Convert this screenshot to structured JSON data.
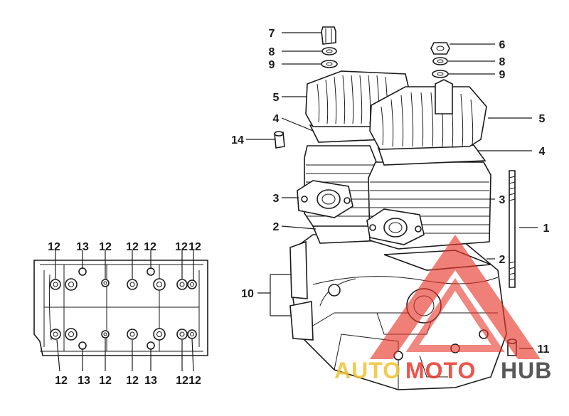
{
  "diagram": {
    "part_labels": {
      "n1": "1",
      "n2a": "2",
      "n2b": "2",
      "n3a": "3",
      "n3b": "3",
      "n4a": "4",
      "n4b": "4",
      "n5a": "5",
      "n5b": "5",
      "n6": "6",
      "n7": "7",
      "n8a": "8",
      "n8b": "8",
      "n9a": "9",
      "n9b": "9",
      "n10": "10",
      "n11": "11",
      "n14": "14",
      "t1": "12",
      "t2": "13",
      "t3": "12",
      "t4": "12",
      "t5": "12",
      "t6": "12",
      "t7": "12",
      "b1": "12",
      "b2": "13",
      "b3": "12",
      "b4": "12",
      "b5": "13",
      "b6": "12",
      "b7": "12"
    }
  },
  "watermark": {
    "brand_part1": "AUTO",
    "brand_part2": "MOTO",
    "brand_part3": "HUB",
    "color_primary": "#e8372b",
    "color_secondary": "#f2c230",
    "color_dark": "#3b3b3b"
  }
}
